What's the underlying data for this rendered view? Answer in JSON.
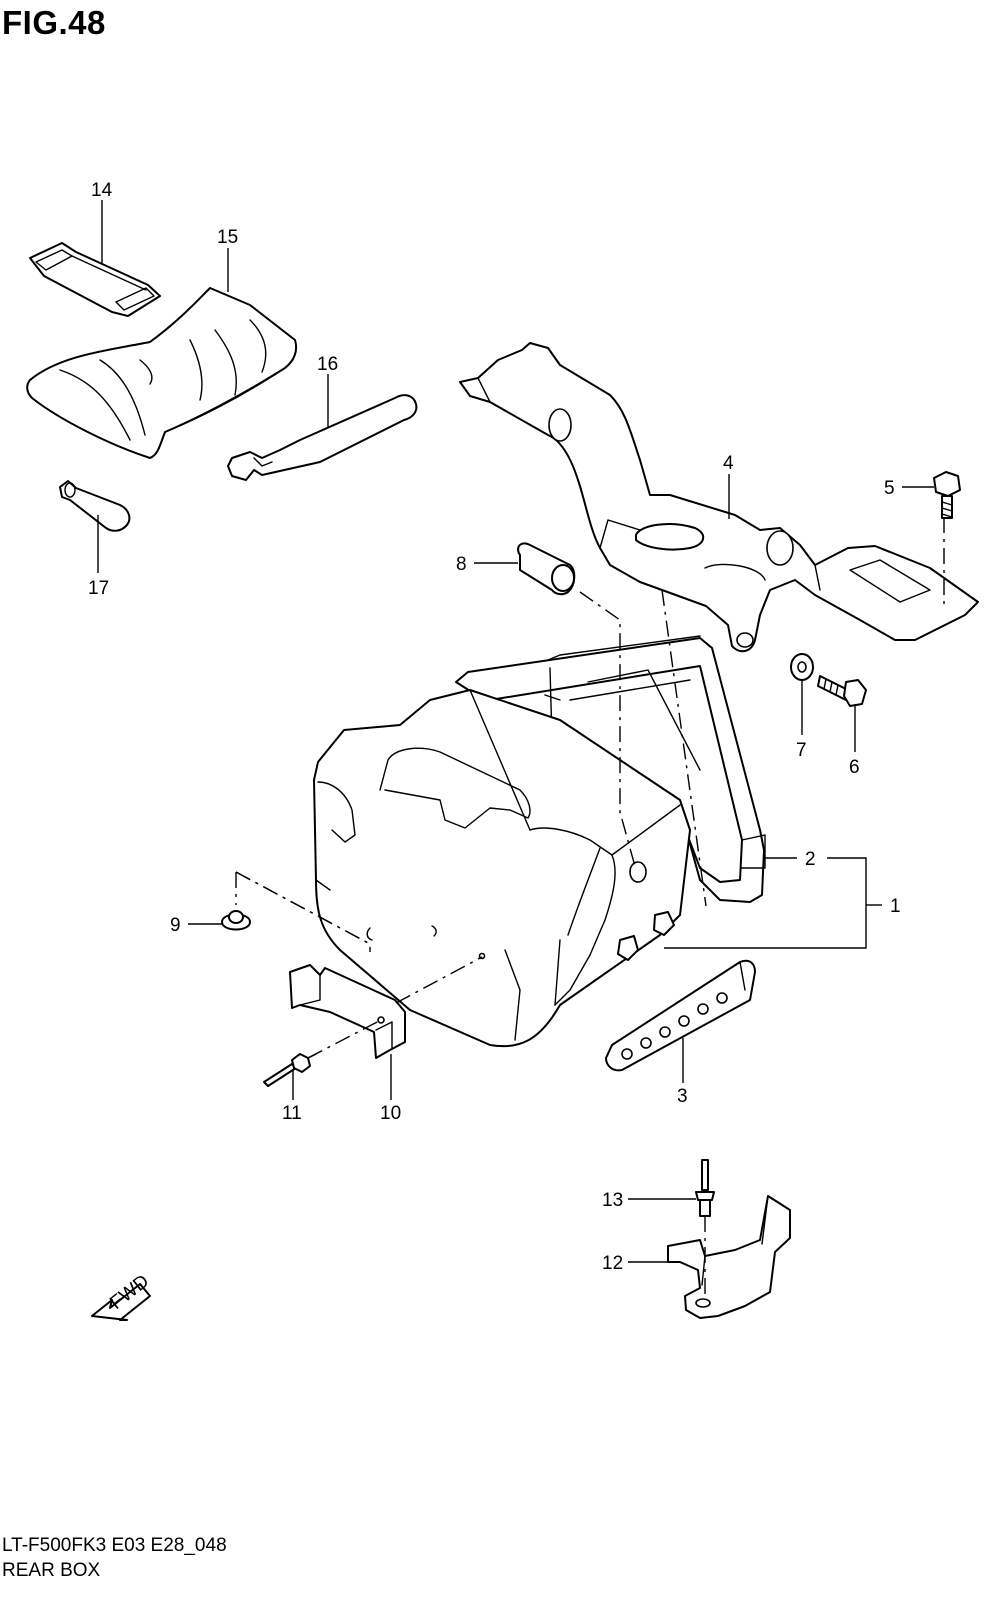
{
  "figure": {
    "title": "FIG.48",
    "model_code": "LT-F500FK3 E03 E28_048",
    "name": "REAR BOX"
  },
  "arrow": {
    "label": "FWD"
  },
  "callouts": {
    "c1": "1",
    "c2": "2",
    "c3": "3",
    "c4": "4",
    "c5": "5",
    "c6": "6",
    "c7": "7",
    "c8": "8",
    "c9": "9",
    "c10": "10",
    "c11": "11",
    "c12": "12",
    "c13": "13",
    "c14": "14",
    "c15": "15",
    "c16": "16",
    "c17": "17"
  }
}
